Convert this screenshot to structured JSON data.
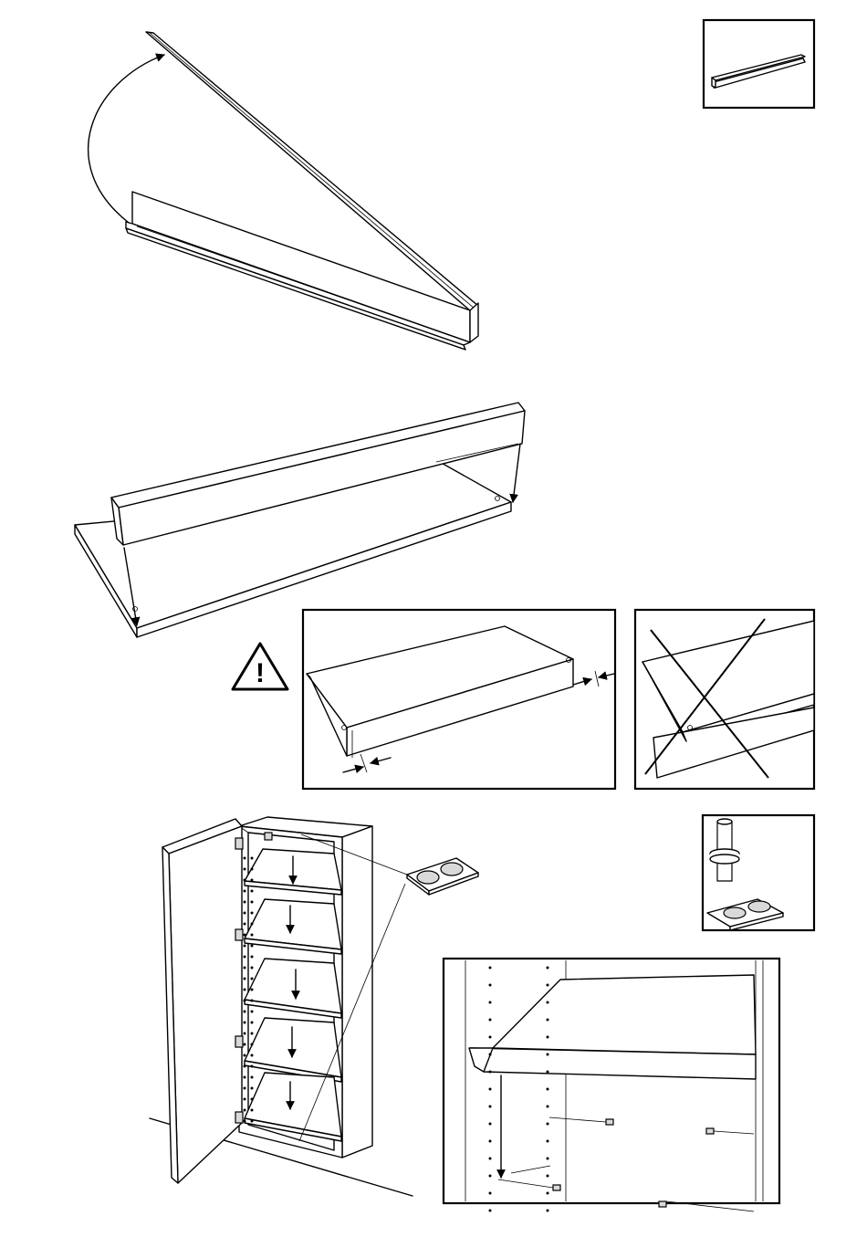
{
  "colors": {
    "ink": "#000000",
    "paper": "#ffffff",
    "shade": "#d9d9d9"
  },
  "warning": {
    "symbol": "!"
  },
  "steps": {
    "fold_shelf_edge": {
      "icon": "shelf-edge-rotate-illustration"
    },
    "attach_edge": {
      "icon": "shelf-edge-attach-illustration"
    },
    "correct_fit": {
      "icon": "check-detail-illustration"
    },
    "incorrect_fit": {
      "icon": "crossed-out-illustration"
    },
    "insert_shelves": {
      "icon": "wardrobe-shelves-illustration"
    }
  }
}
